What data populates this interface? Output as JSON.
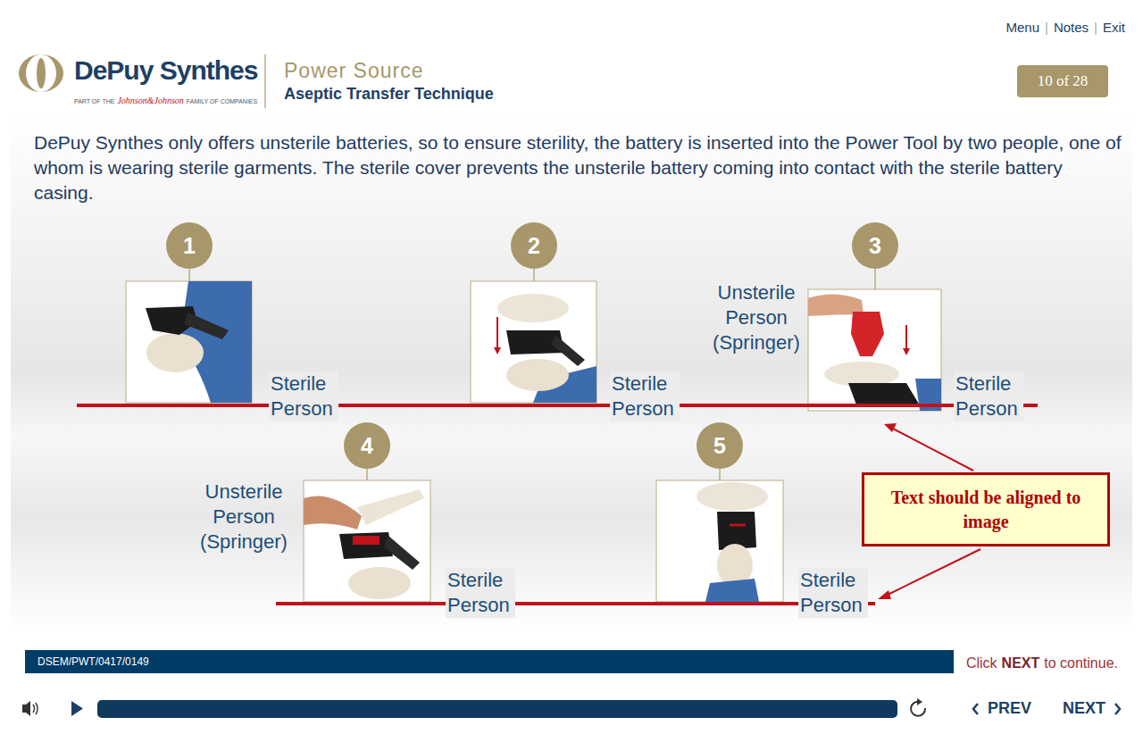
{
  "diagram": {
    "nodes": [
      {
        "text": [
          "10 of 28"
        ]
      },
      {
        "text": [
          "1"
        ]
      },
      {
        "text": [
          "2"
        ]
      },
      {
        "text": [
          "3"
        ]
      },
      {
        "text": [
          "4"
        ]
      },
      {
        "text": [
          "5"
        ]
      },
      {
        "text": [
          "Text should be aligned to image"
        ]
      },
      {
        "text": [
          "DSEM/PWT/0417/0149"
        ]
      }
    ],
    "labels": [
      "Menu",
      "|",
      "Notes",
      "|",
      "Exit",
      "DePuy Synthes",
      "PART OF THE",
      "Johnson&Johnson",
      "FAMILY OF COMPANIES",
      "Power Source",
      "Aseptic Transfer Technique",
      "DePuy Synthes only offers unsterile batteries, so to ensure sterility, the battery is inserted into the Power Tool by two people, one of whom is wearing sterile garments. The sterile cover prevents the unsterile battery coming into contact with the sterile battery casing.",
      "Sterile Person",
      "Sterile Person",
      "Unsterile Person (Springer)",
      "Sterile Person",
      "Unsterile Person (Springer)",
      "Sterile Person",
      "Sterile Person",
      "Click",
      "NEXT",
      "to continue.",
      "PREV",
      "NEXT"
    ]
  }
}
